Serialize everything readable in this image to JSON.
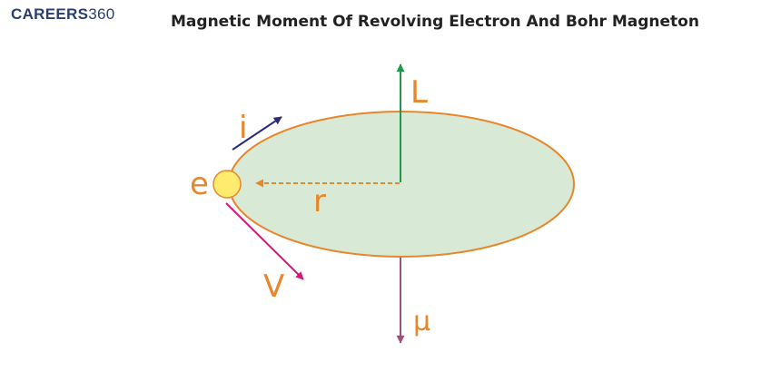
{
  "logo": {
    "brand": "CAREERS",
    "number": "360"
  },
  "title": "Magnetic Moment Of Revolving Electron And Bohr Magneton",
  "labels": {
    "angular_momentum": "L",
    "current": "i",
    "electron": "e",
    "radius": "r",
    "velocity": "V",
    "magnetic_moment": "μ"
  },
  "colors": {
    "orbit_fill": "#d8e9d5",
    "orbit_stroke": "#e8862a",
    "electron_fill": "#ffec6e",
    "label_orange": "#e8862a",
    "L_arrow": "#1f9a4a",
    "mu_arrow": "#a0507a",
    "i_arrow": "#2d2c7a",
    "v_arrow": "#d4177f",
    "logo": "#2a3f70"
  }
}
